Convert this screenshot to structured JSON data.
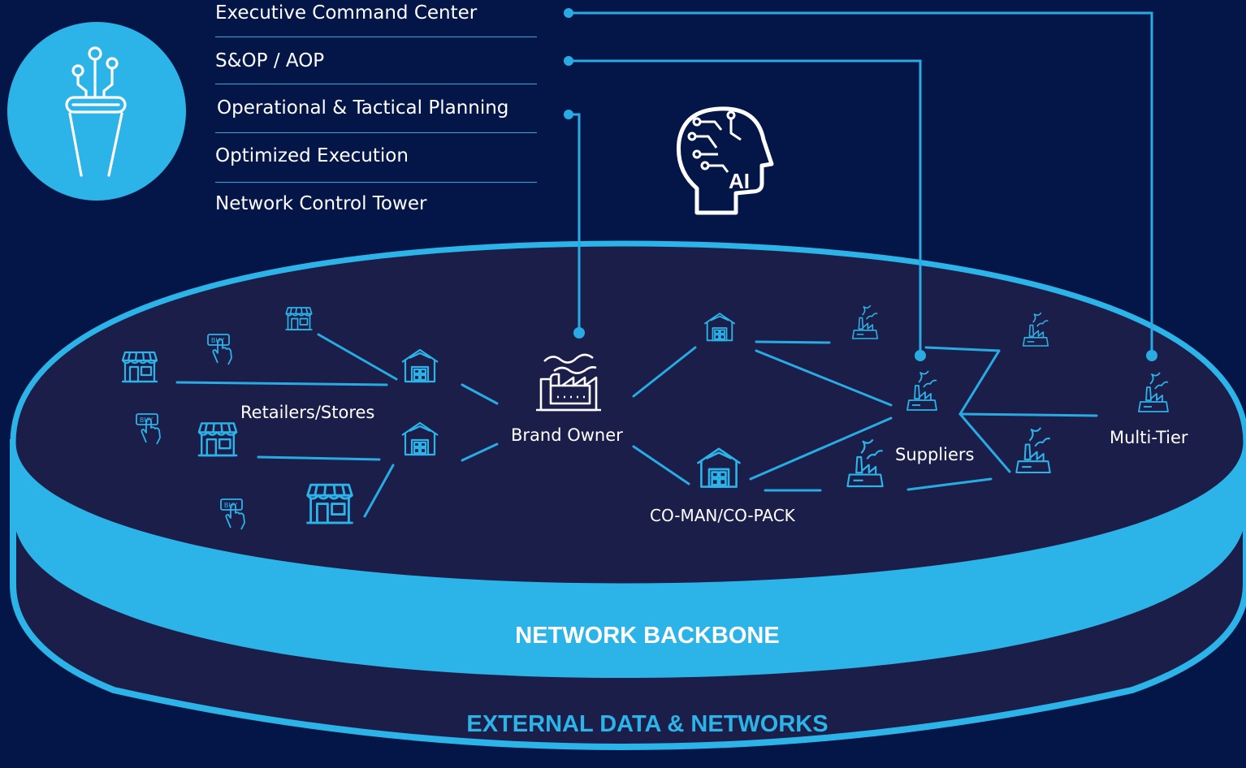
{
  "menu": {
    "items": [
      {
        "label": "Executive Command Center"
      },
      {
        "label": "S&OP / AOP"
      },
      {
        "label": "Operational & Tactical Planning"
      },
      {
        "label": "Optimized Execution"
      },
      {
        "label": "Network Control Tower"
      }
    ]
  },
  "ai_badge": {
    "label": "AI"
  },
  "nodes": {
    "retailers": "Retailers/Stores",
    "brand_owner": "Brand Owner",
    "coman": "CO-MAN/CO-PACK",
    "suppliers": "Suppliers",
    "multi_tier": "Multi-Tier"
  },
  "buy_label": "BUY",
  "layers": {
    "backbone": "NETWORK BACKBONE",
    "external": "EXTERNAL DATA & NETWORKS"
  },
  "icons": [
    "control-tower-icon",
    "ai-head-icon",
    "store-icon",
    "buy-click-icon",
    "warehouse-icon",
    "factory-icon",
    "supplier-plant-icon"
  ],
  "colors": {
    "background": "#031647",
    "accent": "#2cb3e8",
    "platform_top": "#1c1e4a",
    "text": "#ffffff",
    "link_line": "#29aae2"
  }
}
